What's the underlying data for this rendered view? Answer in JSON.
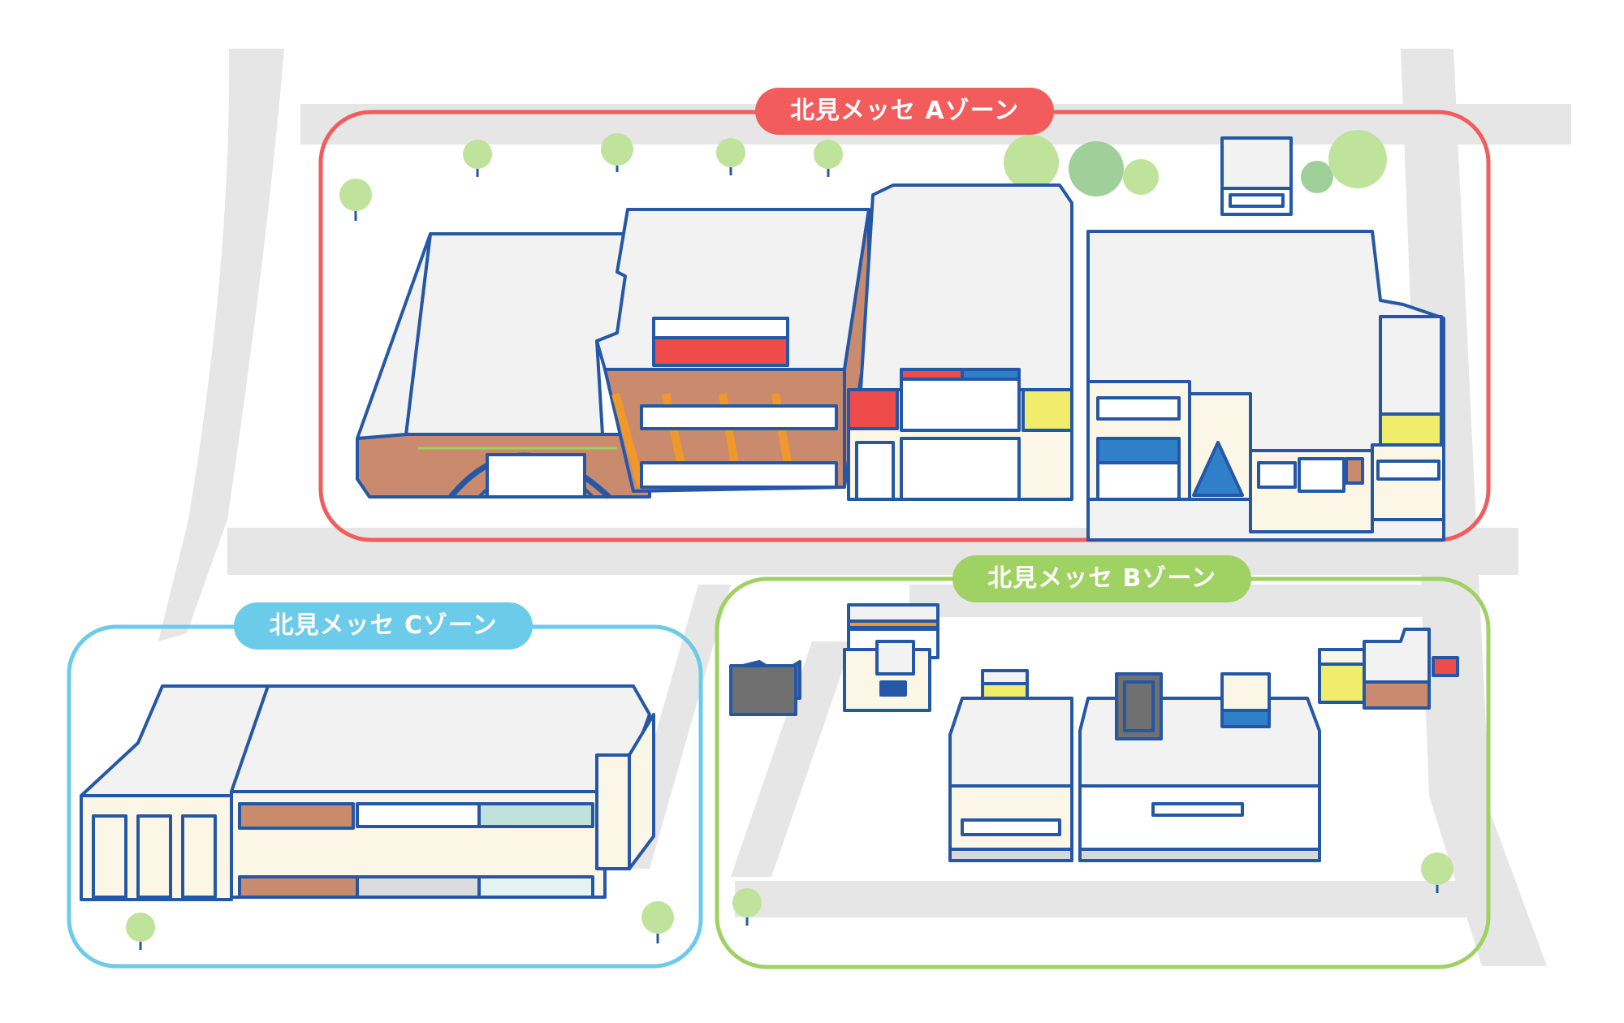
{
  "zones": [
    {
      "id": "a",
      "label": "北見メッセ Aゾーン",
      "color": "#f25c5c"
    },
    {
      "id": "b",
      "label": "北見メッセ Bゾーン",
      "color": "#9fd163"
    },
    {
      "id": "c",
      "label": "北見メッセ Cゾーン",
      "color": "#6ccbe8"
    }
  ],
  "colors": {
    "road": "#e6e6e6",
    "outline": "#2458a6",
    "roof": "#f2f2f2",
    "wall": "#fbf6e6",
    "brick": "#c98a6e",
    "orange": "#f0992b",
    "red": "#ef4b4b",
    "blue": "#2f80c8",
    "yellow": "#f2ec6c",
    "dark": "#707070",
    "tree": "#bfe39a",
    "trunk": "#2458a6"
  },
  "icons": [
    "tree-icon",
    "building-icon"
  ]
}
